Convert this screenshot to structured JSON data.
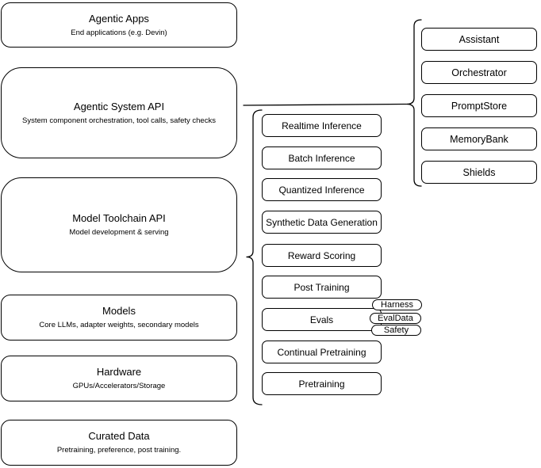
{
  "diagram": {
    "colors": {
      "background": "#ffffff",
      "stroke": "#000000",
      "box_fill": "#ffffff",
      "text": "#000000"
    },
    "left_column": [
      {
        "title": "Agentic Apps",
        "subtitle": "End applications (e.g. Devin)"
      },
      {
        "title": "Agentic System API",
        "subtitle": "System component orchestration, tool calls, safety checks"
      },
      {
        "title": "Model Toolchain API",
        "subtitle": "Model development & serving"
      },
      {
        "title": "Models",
        "subtitle": "Core LLMs, adapter weights, secondary models"
      },
      {
        "title": "Hardware",
        "subtitle": "GPUs/Accelerators/Storage"
      },
      {
        "title": "Curated Data",
        "subtitle": "Pretraining, preference, post training."
      }
    ],
    "toolchain_services": [
      "Realtime Inference",
      "Batch Inference",
      "Quantized Inference",
      "Synthetic Data Generation",
      "Reward Scoring",
      "Post Training",
      "Evals",
      "Continual Pretraining",
      "Pretraining"
    ],
    "eval_tags": [
      "Harness",
      "EvalData",
      "Safety"
    ],
    "system_components": [
      "Assistant",
      "Orchestrator",
      "PromptStore",
      "MemoryBank",
      "Shields"
    ]
  }
}
